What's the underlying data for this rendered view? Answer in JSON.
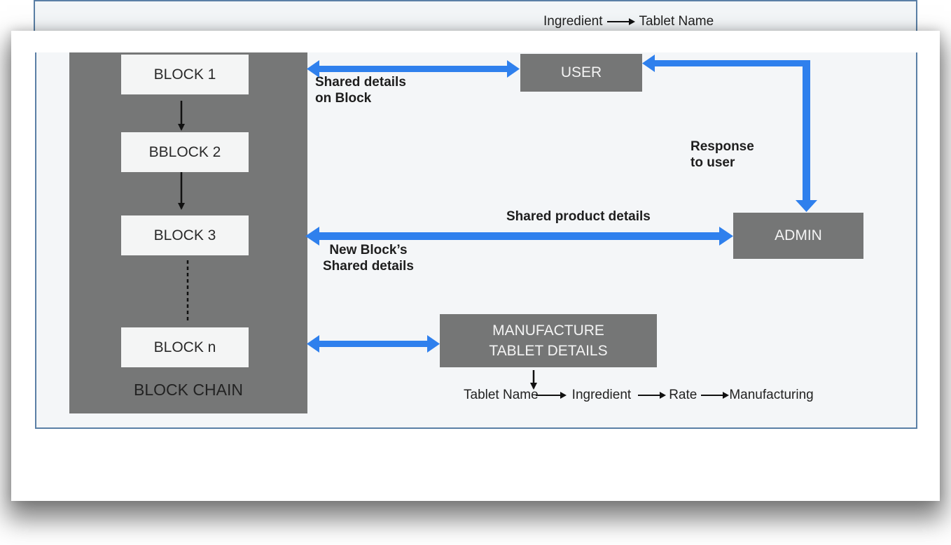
{
  "top_caption": {
    "from": "Ingredient",
    "to": "Tablet Name"
  },
  "chain": {
    "blocks": [
      "BLOCK 1",
      "BBLOCK 2",
      "BLOCK 3",
      "BLOCK n"
    ],
    "label": "BLOCK CHAIN"
  },
  "nodes": {
    "user": "USER",
    "admin": "ADMIN",
    "manufacture_line1": "MANUFACTURE",
    "manufacture_line2": "TABLET  DETAILS"
  },
  "edge_labels": {
    "shared_details_block": [
      "Shared details",
      "on  Block"
    ],
    "response_to_user": [
      "Response",
      "to user"
    ],
    "shared_product_details": "Shared product details",
    "new_block_shared": [
      "New Block’s",
      "Shared details"
    ]
  },
  "flow_sequence": [
    "Tablet Name",
    "Ingredient",
    "Rate",
    "Manufacturing"
  ],
  "colors": {
    "arrow_blue": "#2f80ed",
    "block_gray": "#767777",
    "node_gray": "#757676"
  }
}
